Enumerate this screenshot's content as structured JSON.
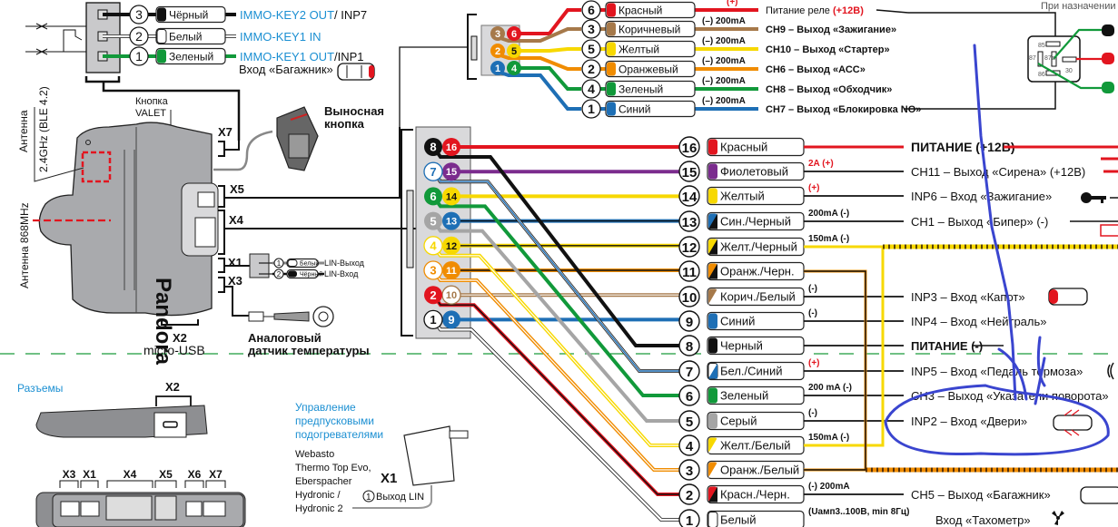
{
  "colors": {
    "red": "#e2151f",
    "purple": "#7b2c8e",
    "yellow": "#f7d800",
    "blue": "#1e6fb5",
    "black": "#111111",
    "brown": "#a6794a",
    "orange": "#f08c00",
    "green": "#11993a",
    "grey": "#a5a5a5",
    "white": "#ffffff",
    "immo_blue": "#1b8fd2",
    "annotation": "#3a45cf",
    "divider_green": "#1a9a3a",
    "unit_grey": "#a9aaad"
  },
  "immo": {
    "wires": [
      {
        "num": "3",
        "label": "Чёрный",
        "color": "black",
        "desc_blue": "IMMO-KEY2 OUT",
        "desc_black": "/ INP7"
      },
      {
        "num": "2",
        "label": "Белый",
        "color": "white",
        "desc_blue": "IMMO-KEY1 IN",
        "desc_black": ""
      },
      {
        "num": "1",
        "label": "Зеленый",
        "color": "green",
        "desc_blue": "IMMO-KEY1 OUT",
        "desc_black": "/INP1"
      }
    ],
    "trunk_input": "Вход «Багажник»"
  },
  "unit": {
    "brand": "Pandora",
    "antenna_ble_line1": "Антенна",
    "antenna_ble_line2": "2.4GHz (BLE 4.2)",
    "antenna_868": "Антенна 868MHz",
    "valet_line1": "Кнопка",
    "valet_line2": "VALET",
    "x7": "X7",
    "x5": "X5",
    "x4": "X4",
    "x1": "X1",
    "x3": "X3",
    "x2": "X2",
    "micro_usb": "micro-USB",
    "remote_button_line1": "Выносная",
    "remote_button_line2": "кнопка",
    "temp_sensor_line1": "Аналоговый",
    "temp_sensor_line2": "датчик температуры",
    "lin": [
      {
        "num": "1",
        "label": "Белый",
        "desc": "LIN-Выход"
      },
      {
        "num": "2",
        "label": "Чёрный",
        "desc": "LIN-Вход"
      }
    ]
  },
  "top_connector": {
    "pins_left": [
      "3",
      "2",
      "1"
    ],
    "pins_right": [
      "6",
      "5",
      "4"
    ],
    "wires": [
      {
        "num": "6",
        "label": "Красный",
        "color": "red",
        "rating": "(+)",
        "rating_red": true,
        "desc": "Питание реле ",
        "desc_red": "(+12В)"
      },
      {
        "num": "3",
        "label": "Коричневый",
        "color": "brown",
        "rating": "(–) 200mA",
        "rating_red": false,
        "desc": "CH9 – Выход «Зажигание»",
        "desc_red": ""
      },
      {
        "num": "5",
        "label": "Желтый",
        "color": "yellow",
        "rating": "(–) 200mA",
        "rating_red": false,
        "desc": "CH10 – Выход «Стартер»",
        "desc_red": ""
      },
      {
        "num": "2",
        "label": "Оранжевый",
        "color": "orange",
        "rating": "(–) 200mA",
        "rating_red": false,
        "desc": "CH6 – Выход «АСС»",
        "desc_red": ""
      },
      {
        "num": "4",
        "label": "Зеленый",
        "color": "green",
        "rating": "(–) 200mA",
        "rating_red": false,
        "desc": "CH8 – Выход «Обходчик»",
        "desc_red": ""
      },
      {
        "num": "1",
        "label": "Синий",
        "color": "blue",
        "rating": "(–) 200mA",
        "rating_red": false,
        "desc": "CH7 – Выход «Блокировка NO»",
        "desc_red": ""
      }
    ]
  },
  "relay": {
    "pins": [
      "85",
      "87",
      "87a",
      "30",
      "86"
    ],
    "note": "При назначении"
  },
  "main_connector": {
    "wires": [
      {
        "num": "16",
        "label": "Красный",
        "color": "red",
        "stripe": null,
        "rating": "",
        "rating_red": false,
        "desc": "ПИТАНИЕ (+12В)",
        "desc_bold": true
      },
      {
        "num": "15",
        "label": "Фиолетовый",
        "color": "purple",
        "stripe": null,
        "rating": "2A (+)",
        "rating_red": true,
        "desc": "CH11 – Выход «Сирена» (+12В)",
        "desc_bold": false
      },
      {
        "num": "14",
        "label": "Желтый",
        "color": "yellow",
        "stripe": null,
        "rating": "(+)",
        "rating_red": true,
        "desc": "INP6 – Вход «Зажигание»",
        "desc_bold": false
      },
      {
        "num": "13",
        "label": "Син./Черный",
        "color": "blue",
        "stripe": "black",
        "rating": "200mA (-)",
        "rating_red": false,
        "desc": "CH1 – Выход «Бипер» (-)",
        "desc_bold": false
      },
      {
        "num": "12",
        "label": "Желт./Черный",
        "color": "yellow",
        "stripe": "black",
        "rating": "150mA (-)",
        "rating_red": false,
        "desc": "",
        "desc_bold": false
      },
      {
        "num": "11",
        "label": "Оранж./Черн.",
        "color": "orange",
        "stripe": "black",
        "rating": "",
        "rating_red": false,
        "desc": "",
        "desc_bold": false
      },
      {
        "num": "10",
        "label": "Корич./Белый",
        "color": "brown",
        "stripe": "white",
        "rating": "(-)",
        "rating_red": false,
        "desc": "INP3 – Вход «Капот»",
        "desc_bold": false
      },
      {
        "num": "9",
        "label": "Синий",
        "color": "blue",
        "stripe": null,
        "rating": "(-)",
        "rating_red": false,
        "desc": "INP4 – Вход «Нейтраль»",
        "desc_bold": false
      },
      {
        "num": "8",
        "label": "Черный",
        "color": "black",
        "stripe": null,
        "rating": "",
        "rating_red": false,
        "desc": "ПИТАНИЕ (-)",
        "desc_bold": false
      },
      {
        "num": "7",
        "label": "Бел./Синий",
        "color": "white",
        "stripe": "blue",
        "rating": "(+)",
        "rating_red": true,
        "desc": "INP5 – Вход «Педаль тормоза»",
        "desc_bold": false
      },
      {
        "num": "6",
        "label": "Зеленый",
        "color": "green",
        "stripe": null,
        "rating": "200 mA (-)",
        "rating_red": false,
        "desc": "CH3 – Выход «Указатели поворота»",
        "desc_bold": false
      },
      {
        "num": "5",
        "label": "Серый",
        "color": "grey",
        "stripe": null,
        "rating": "(-)",
        "rating_red": false,
        "desc": "INP2 – Вход «Двери»",
        "desc_bold": false
      },
      {
        "num": "4",
        "label": "Желт./Белый",
        "color": "yellow",
        "stripe": "white",
        "rating": "150mA (-)",
        "rating_red": false,
        "desc": "",
        "desc_bold": false
      },
      {
        "num": "3",
        "label": "Оранж./Белый",
        "color": "orange",
        "stripe": "white",
        "rating": "",
        "rating_red": false,
        "desc": "",
        "desc_bold": false
      },
      {
        "num": "2",
        "label": "Красн./Черн.",
        "color": "red",
        "stripe": "black",
        "rating": "(-) 200mA",
        "rating_red": false,
        "desc": "CH5 – Выход «Багажник»",
        "desc_bold": false
      },
      {
        "num": "1",
        "label": "Белый",
        "color": "white",
        "stripe": null,
        "rating": "(Uамп3..100В, min 8Гц)",
        "rating_red": false,
        "desc": "Вход «Тахометр»",
        "desc_bold": false
      }
    ]
  },
  "connectors_section": {
    "title": "Разъемы",
    "x2": "X2",
    "labels": [
      "X3",
      "X1",
      "X4",
      "X5",
      "X6",
      "X7"
    ]
  },
  "heater": {
    "title_lines": [
      "Управление",
      "предпусковыми",
      "подогревателями"
    ],
    "models": [
      "Webasto",
      "Thermo Top Evo,",
      "Eberspacher",
      "Hydronic /",
      "Hydronic 2"
    ],
    "connector": "X1",
    "pin_num": "1",
    "pin_label": "Выход LIN"
  }
}
